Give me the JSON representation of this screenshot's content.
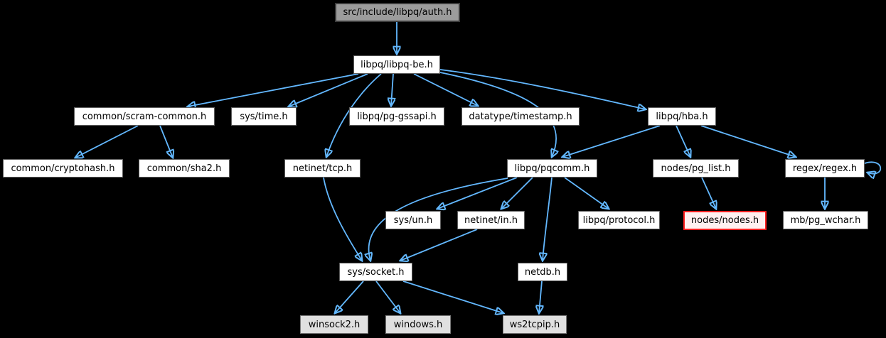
{
  "diagram": {
    "type": "include-dependency-graph",
    "root": "src/include/libpq/auth.h",
    "colors": {
      "background": "#000000",
      "edge": "#63b8ff",
      "node_fill": "#ffffff",
      "node_border": "#5e5e5e",
      "root_fill": "#9c9c9c",
      "truncated_fill": "#fff0f0",
      "truncated_border": "#ff2020",
      "external_fill": "#e0e0e0"
    },
    "nodes": [
      {
        "id": "auth",
        "label": "src/include/libpq/auth.h",
        "type": "root"
      },
      {
        "id": "libpq-be",
        "label": "libpq/libpq-be.h",
        "type": "normal"
      },
      {
        "id": "scram",
        "label": "common/scram-common.h",
        "type": "normal"
      },
      {
        "id": "systime",
        "label": "sys/time.h",
        "type": "normal"
      },
      {
        "id": "gssapi",
        "label": "libpq/pg-gssapi.h",
        "type": "normal"
      },
      {
        "id": "timestamp",
        "label": "datatype/timestamp.h",
        "type": "normal"
      },
      {
        "id": "hba",
        "label": "libpq/hba.h",
        "type": "normal"
      },
      {
        "id": "cryptohash",
        "label": "common/cryptohash.h",
        "type": "normal"
      },
      {
        "id": "sha2",
        "label": "common/sha2.h",
        "type": "normal"
      },
      {
        "id": "tcp",
        "label": "netinet/tcp.h",
        "type": "normal"
      },
      {
        "id": "pqcomm",
        "label": "libpq/pqcomm.h",
        "type": "normal"
      },
      {
        "id": "pglist",
        "label": "nodes/pg_list.h",
        "type": "normal"
      },
      {
        "id": "regex",
        "label": "regex/regex.h",
        "type": "normal"
      },
      {
        "id": "sysun",
        "label": "sys/un.h",
        "type": "normal"
      },
      {
        "id": "netin",
        "label": "netinet/in.h",
        "type": "normal"
      },
      {
        "id": "protocol",
        "label": "libpq/protocol.h",
        "type": "normal"
      },
      {
        "id": "nodesh",
        "label": "nodes/nodes.h",
        "type": "truncated"
      },
      {
        "id": "pgwchar",
        "label": "mb/pg_wchar.h",
        "type": "normal"
      },
      {
        "id": "socket",
        "label": "sys/socket.h",
        "type": "normal"
      },
      {
        "id": "netdb",
        "label": "netdb.h",
        "type": "normal"
      },
      {
        "id": "winsock2",
        "label": "winsock2.h",
        "type": "gray"
      },
      {
        "id": "windows",
        "label": "windows.h",
        "type": "gray"
      },
      {
        "id": "ws2tcpip",
        "label": "ws2tcpip.h",
        "type": "gray"
      }
    ],
    "edges": [
      {
        "from": "auth",
        "to": "libpq-be"
      },
      {
        "from": "libpq-be",
        "to": "scram"
      },
      {
        "from": "libpq-be",
        "to": "systime"
      },
      {
        "from": "libpq-be",
        "to": "gssapi"
      },
      {
        "from": "libpq-be",
        "to": "timestamp"
      },
      {
        "from": "libpq-be",
        "to": "hba"
      },
      {
        "from": "libpq-be",
        "to": "pqcomm"
      },
      {
        "from": "libpq-be",
        "to": "tcp"
      },
      {
        "from": "scram",
        "to": "cryptohash"
      },
      {
        "from": "scram",
        "to": "sha2"
      },
      {
        "from": "tcp",
        "to": "socket"
      },
      {
        "from": "hba",
        "to": "pqcomm"
      },
      {
        "from": "hba",
        "to": "pglist"
      },
      {
        "from": "hba",
        "to": "regex"
      },
      {
        "from": "pglist",
        "to": "nodesh"
      },
      {
        "from": "regex",
        "to": "regex"
      },
      {
        "from": "regex",
        "to": "pgwchar"
      },
      {
        "from": "pqcomm",
        "to": "sysun"
      },
      {
        "from": "pqcomm",
        "to": "netin"
      },
      {
        "from": "pqcomm",
        "to": "netdb"
      },
      {
        "from": "pqcomm",
        "to": "protocol"
      },
      {
        "from": "pqcomm",
        "to": "socket"
      },
      {
        "from": "netin",
        "to": "socket"
      },
      {
        "from": "socket",
        "to": "winsock2"
      },
      {
        "from": "socket",
        "to": "windows"
      },
      {
        "from": "socket",
        "to": "ws2tcpip"
      },
      {
        "from": "netdb",
        "to": "ws2tcpip"
      }
    ]
  }
}
